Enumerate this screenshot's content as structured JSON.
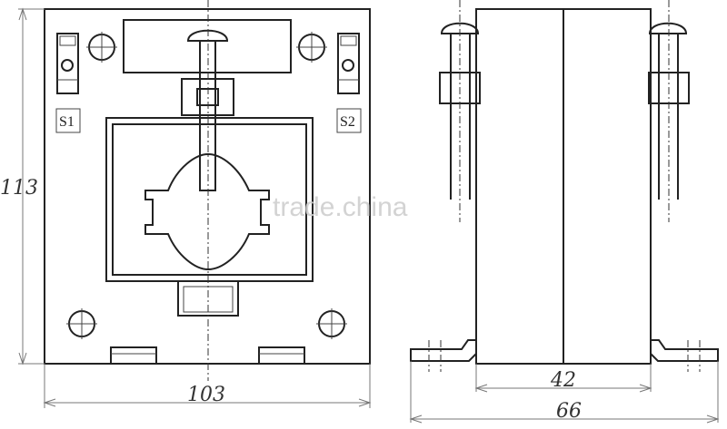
{
  "front_view": {
    "height_dim": "113",
    "width_dim": "103",
    "terminal_left": "S1",
    "terminal_right": "S2"
  },
  "side_view": {
    "inner_dim": "42",
    "outer_dim": "66"
  },
  "watermark": "trade.china"
}
